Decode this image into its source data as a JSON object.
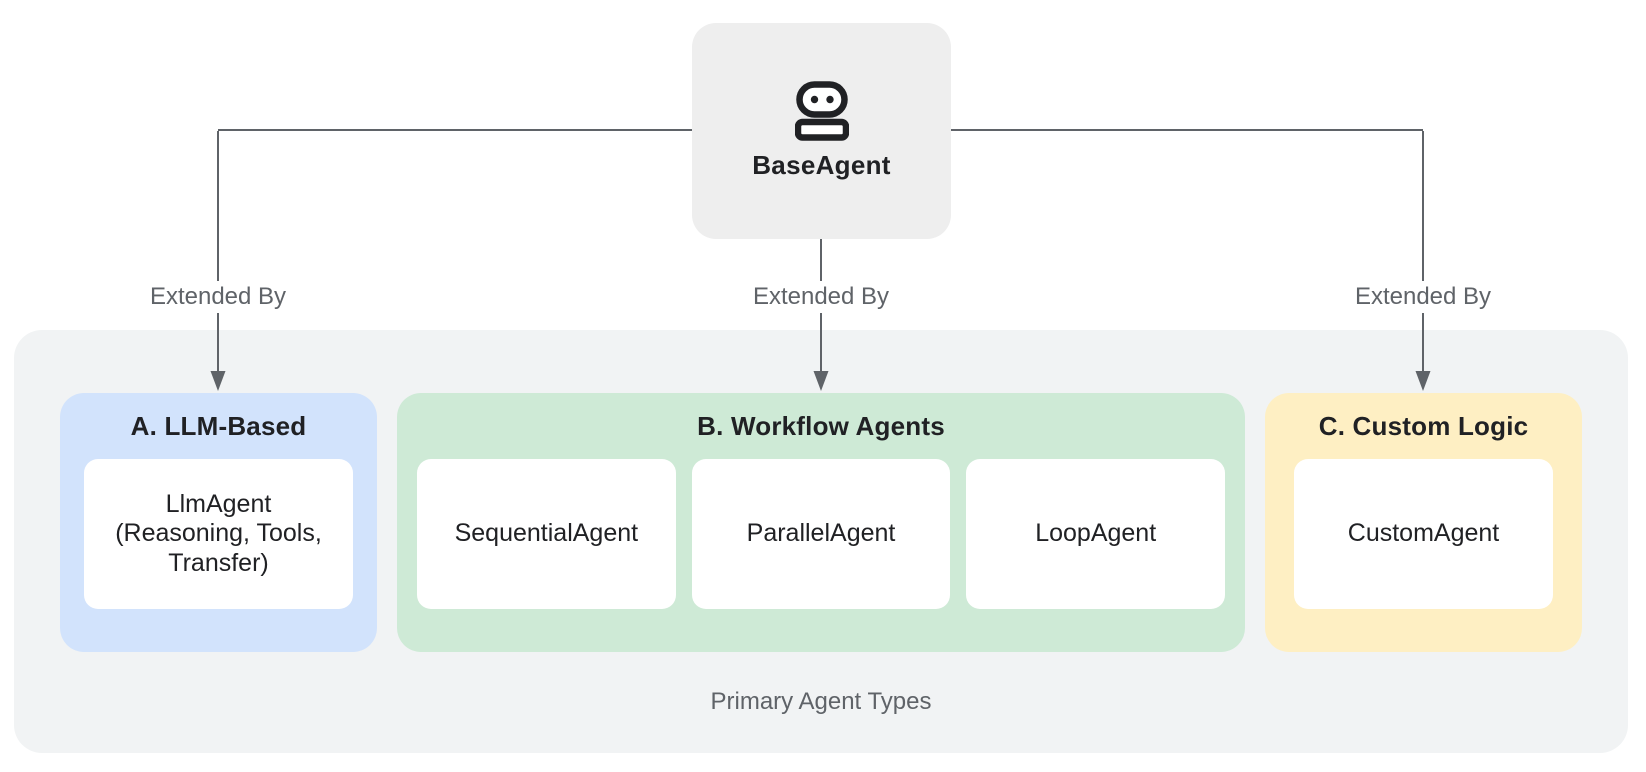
{
  "root": {
    "label": "BaseAgent",
    "icon": "robot-icon"
  },
  "edge_labels": {
    "left": "Extended By",
    "center": "Extended By",
    "right": "Extended By"
  },
  "group": {
    "caption": "Primary Agent Types",
    "sections": [
      {
        "title": "A. LLM-Based",
        "bg": "#d2e3fc",
        "cards": [
          {
            "text": "LlmAgent\n(Reasoning, Tools,\nTransfer)"
          }
        ]
      },
      {
        "title": "B. Workflow Agents",
        "bg": "#ceead6",
        "cards": [
          {
            "text": "SequentialAgent"
          },
          {
            "text": "ParallelAgent"
          },
          {
            "text": "LoopAgent"
          }
        ]
      },
      {
        "title": "C. Custom Logic",
        "bg": "#feefc3",
        "cards": [
          {
            "text": "CustomAgent"
          }
        ]
      }
    ]
  },
  "colors": {
    "page_bg": "#ffffff",
    "group_bg": "#f1f3f4",
    "root_node_bg": "#eeeeee",
    "section_llm_bg": "#d2e3fc",
    "section_workflow_bg": "#ceead6",
    "section_custom_bg": "#feefc3",
    "card_bg": "#ffffff",
    "connector": "#5f6368",
    "text_dark": "#202124",
    "text_gray": "#5f6368"
  }
}
